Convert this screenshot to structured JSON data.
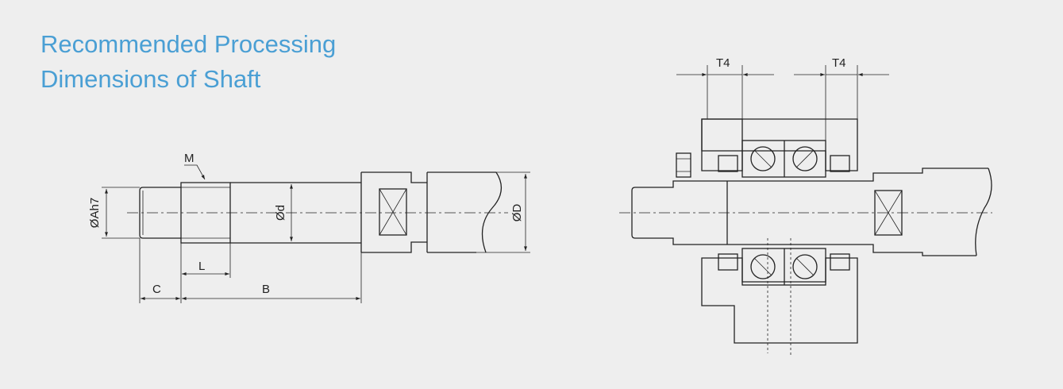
{
  "title": {
    "line1": "Recommended Processing",
    "line2": "Dimensions of Shaft"
  },
  "labels": {
    "m": "M",
    "oah7": "ØAh7",
    "od_small": "Ød",
    "od_large": "ØD",
    "l": "L",
    "c": "C",
    "b": "B",
    "t4_left": "T4",
    "t4_right": "T4"
  }
}
